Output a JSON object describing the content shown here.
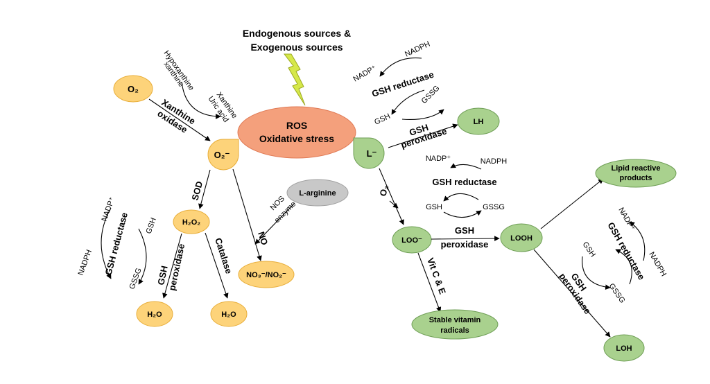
{
  "title": {
    "line1": "Endogenous sources &",
    "line2": "Exogenous sources"
  },
  "ros": {
    "line1": "ROS",
    "line2": "Oxidative stress"
  },
  "colors": {
    "ros": "#f4a07c",
    "yellow": "#fdd37a",
    "yellow_stroke": "#e8ae3a",
    "green": "#a9d18e",
    "green_stroke": "#6e9e55",
    "gray": "#c8c8c8",
    "bolt": "#d6e84a"
  },
  "nodes": {
    "o2": "O₂",
    "superoxide": "O₂⁻",
    "h2o2": "H₂O₂",
    "h2o_left": "H₂O",
    "h2o_right": "H₂O",
    "larginine": "L-arginine",
    "no3no2": "NO₃⁻/NO₂⁻",
    "l_radical": "L⁻",
    "lh": "LH",
    "loo": "LOO⁻",
    "looh": "LOOH",
    "lipid": {
      "line1": "Lipid reactive",
      "line2": "products"
    },
    "stable": {
      "line1": "Stable vitamin",
      "line2": "radicals"
    },
    "loh": "LOH"
  },
  "labels": {
    "xanthine_oxidase": {
      "line1": "Xanthine",
      "line2": "oxidase"
    },
    "hypoxanthine": {
      "line1": "Hypoxanthine",
      "line2": "xanthine"
    },
    "xanthine_uric": {
      "line1": "Xanthine",
      "line2": "Uric acid"
    },
    "sod": "SOD",
    "catalase": "Catalase",
    "no": "NO",
    "nos_enzyme": {
      "line1": "NOS",
      "line2": "enzyme"
    },
    "o2_small": "O₂",
    "vitce": "Vit C & E"
  },
  "cycles": {
    "left": {
      "nadp": "NADP⁺",
      "nadph": "NADPH",
      "reductase": "GSH reductase",
      "gsh": "GSH",
      "gssg": "GSSG",
      "peroxidase": {
        "line1": "GSH",
        "line2": "peroxidase"
      }
    },
    "top": {
      "nadp": "NADP⁺",
      "nadph": "NADPH",
      "reductase": "GSH reductase",
      "gsh": "GSH",
      "gssg": "GSSG",
      "peroxidase": {
        "line1": "GSH",
        "line2": "peroxidase"
      }
    },
    "mid": {
      "nadp": "NADP⁺",
      "nadph": "NADPH",
      "reductase": "GSH reductase",
      "gsh": "GSH",
      "gssg": "GSSG",
      "peroxidase": {
        "line1": "GSH",
        "line2": "peroxidase"
      }
    },
    "right": {
      "nadp": "NADP⁺",
      "nadph": "NADPH",
      "reductase": "GSH reductase",
      "gsh": "GSH",
      "gssg": "GSSG",
      "peroxidase": {
        "line1": "GSH",
        "line2": "peroxidase"
      }
    }
  }
}
